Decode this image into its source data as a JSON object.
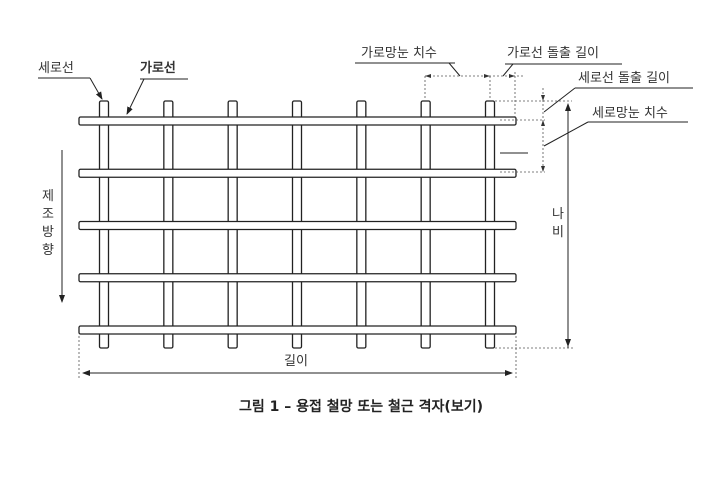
{
  "labels": {
    "longitudinal_wire": "세로선",
    "transverse_wire": "가로선",
    "transverse_mesh_size": "가로망눈 치수",
    "transverse_overhang": "가로선 돌출 길이",
    "longitudinal_overhang": "세로선 돌출 길이",
    "longitudinal_mesh_size": "세로망눈 치수",
    "manufacturing_direction": [
      "제",
      "조",
      "방",
      "향"
    ],
    "width": [
      "나",
      "비"
    ],
    "length": "길이"
  },
  "caption": "그림 1 – 용접 철망 또는 철근 격자(보기)",
  "mesh": {
    "longitudinal_wires": 7,
    "transverse_wires": 5
  }
}
